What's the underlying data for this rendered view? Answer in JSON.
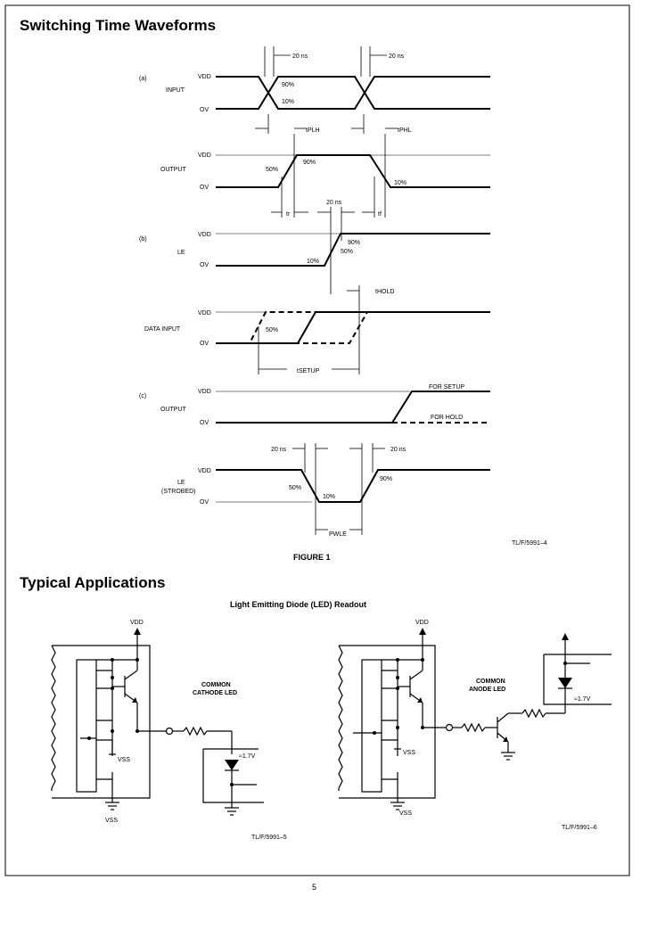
{
  "page": {
    "section1_title": "Switching Time Waveforms",
    "section2_title": "Typical Applications",
    "page_number": "5"
  },
  "figure1": {
    "caption": "FIGURE 1",
    "code": "TL/F/5991–4",
    "panel_a": "(a)",
    "panel_b": "(b)",
    "panel_c": "(c)",
    "vdd": "VDD",
    "ov": "OV",
    "input": "INPUT",
    "output": "OUTPUT",
    "le": "LE",
    "data_input": "DATA INPUT",
    "le_strobed_1": "LE",
    "le_strobed_2": "(STROBED)",
    "ns20": "20 ns",
    "p90": "90%",
    "p10": "10%",
    "p50": "50%",
    "tplh": "tPLH",
    "tphl": "tPHL",
    "tr": "tr",
    "tf": "tf",
    "thold": "tHOLD",
    "tsetup": "tSETUP",
    "pwle": "PWLE",
    "for_setup": "FOR SETUP",
    "for_hold": "FOR HOLD"
  },
  "apps": {
    "title": "Light Emitting Diode (LED) Readout",
    "vdd": "VDD",
    "vss": "VSS",
    "cathode_1": "COMMON",
    "cathode_2": "CATHODE LED",
    "anode_1": "COMMON",
    "anode_2": "ANODE LED",
    "v17a": "≈1.7V",
    "v17b": "≈1.7V",
    "code_left": "TL/F/5991–5",
    "code_right": "TL/F/5991–6"
  }
}
